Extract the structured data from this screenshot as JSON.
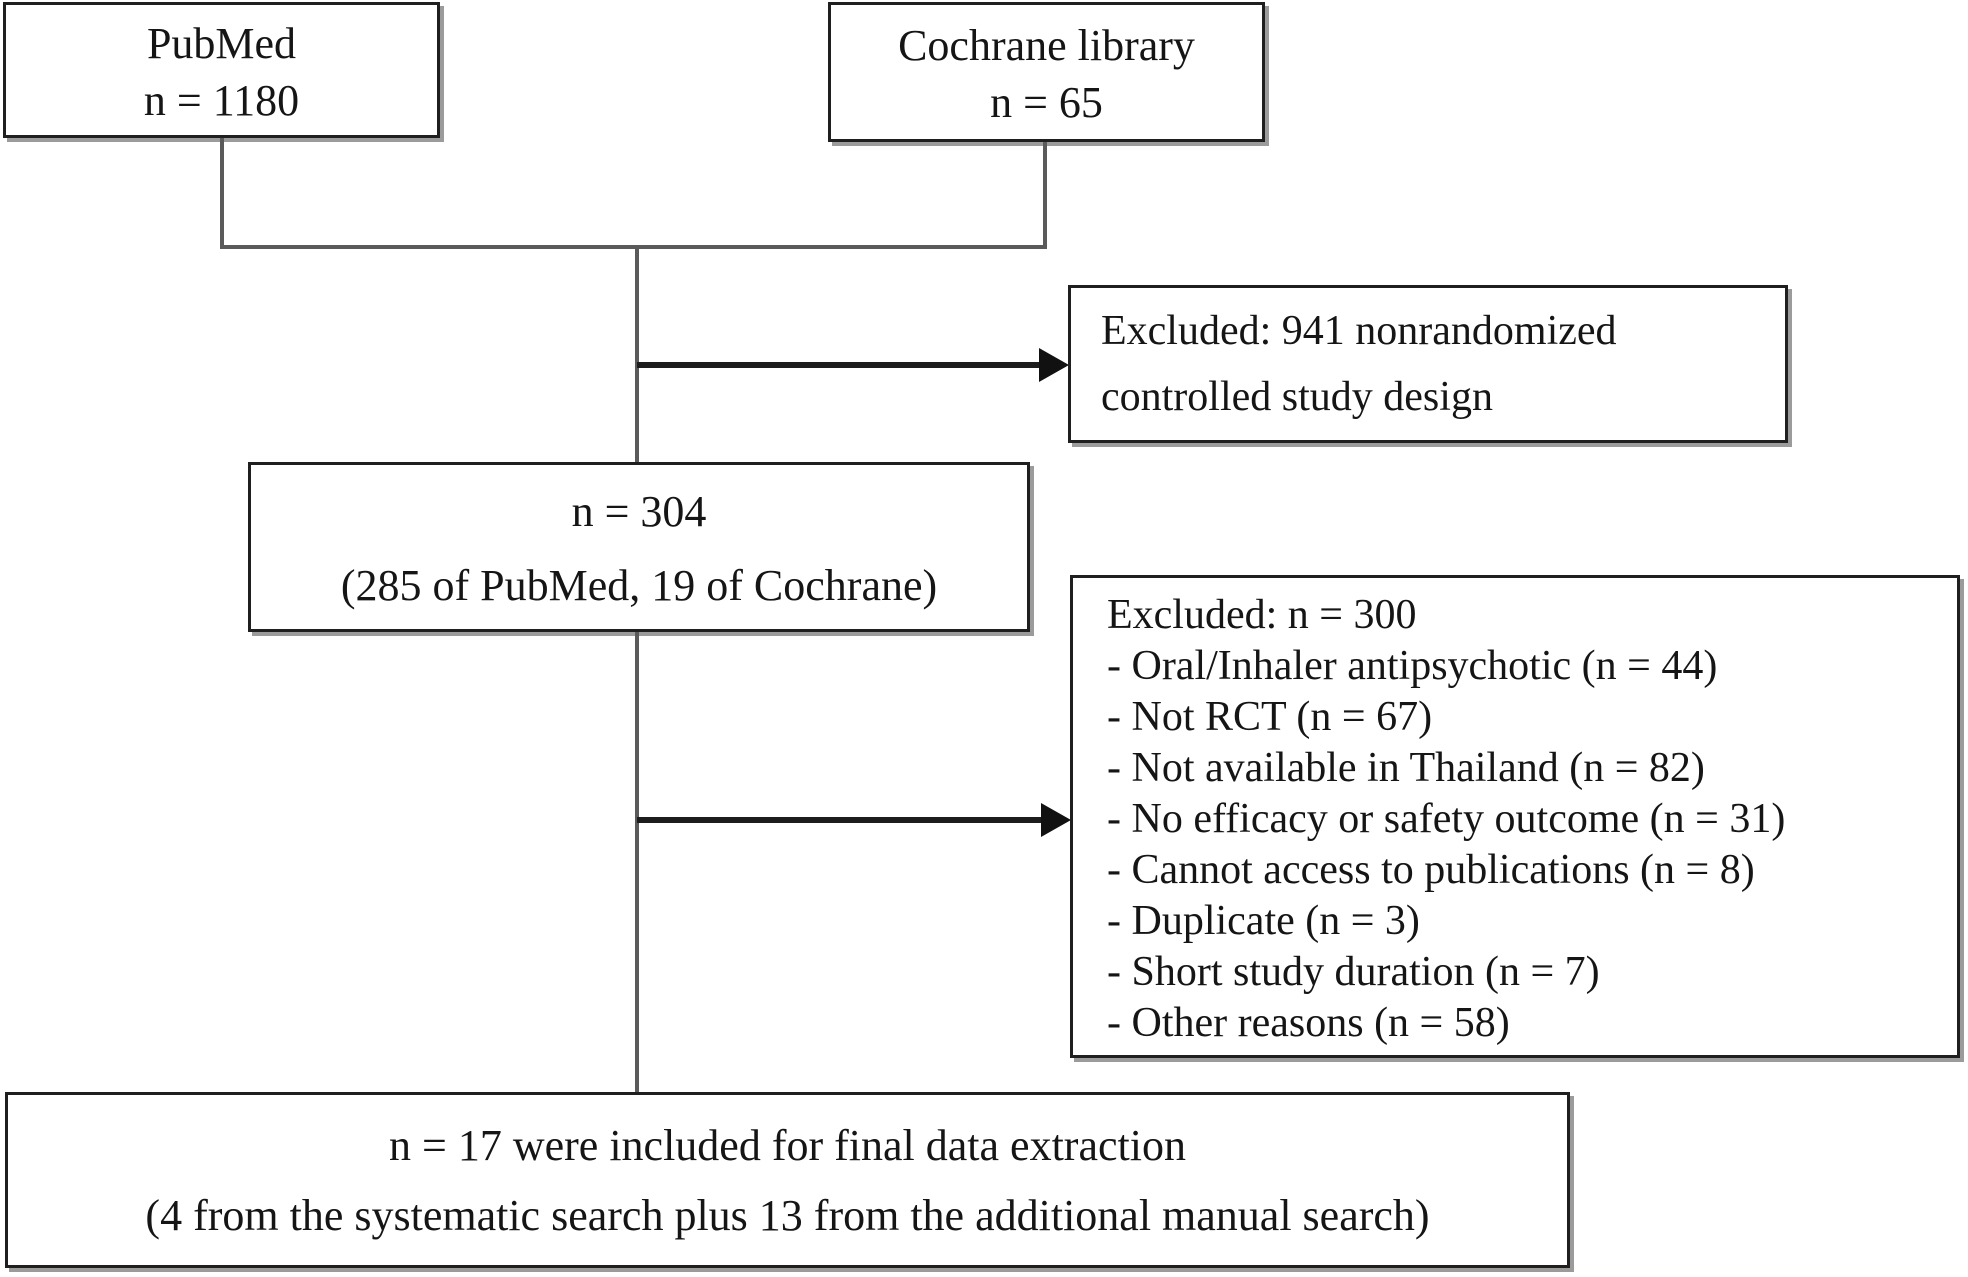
{
  "diagram_type": "study-selection-flowchart",
  "boxes": {
    "pubmed": {
      "lines": [
        "PubMed",
        "n = 1180"
      ]
    },
    "cochrane": {
      "lines": [
        "Cochrane library",
        "n = 65"
      ]
    },
    "excluded_nonrandomized": {
      "lines": [
        "Excluded: 941 nonrandomized",
        "controlled study design"
      ]
    },
    "screened": {
      "lines": [
        "n = 304",
        "(285 of PubMed, 19 of Cochrane)"
      ]
    },
    "excluded_detail": {
      "header": "Excluded: n = 300",
      "items": [
        "- Oral/Inhaler antipsychotic (n = 44)",
        "- Not RCT (n = 67)",
        "- Not available in Thailand (n = 82)",
        "- No efficacy or safety outcome (n = 31)",
        "- Cannot access to publications (n = 8)",
        "- Duplicate (n = 3)",
        "- Short study duration (n = 7)",
        "- Other reasons (n = 58)"
      ]
    },
    "final": {
      "lines": [
        "n = 17 were included for final data extraction",
        "(4 from the systematic search plus 13 from the additional manual search)"
      ]
    }
  },
  "colors": {
    "background": "#ffffff",
    "box_border": "#1f1f1f",
    "box_shadow": "#9b9b9b",
    "connector": "#5a5a5a",
    "arrow": "#1c1c1c",
    "text": "#151515"
  }
}
